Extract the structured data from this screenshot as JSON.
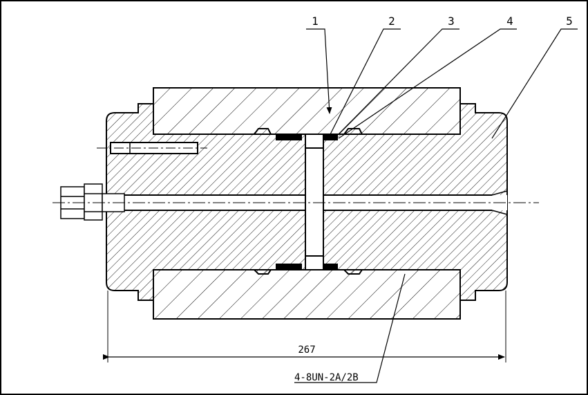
{
  "drawing": {
    "callouts": [
      "1",
      "2",
      "3",
      "4",
      "5"
    ],
    "dimension": "267",
    "thread_note": "4-8UN-2A/2B"
  },
  "colors": {
    "line": "#000000",
    "background": "#ffffff"
  }
}
